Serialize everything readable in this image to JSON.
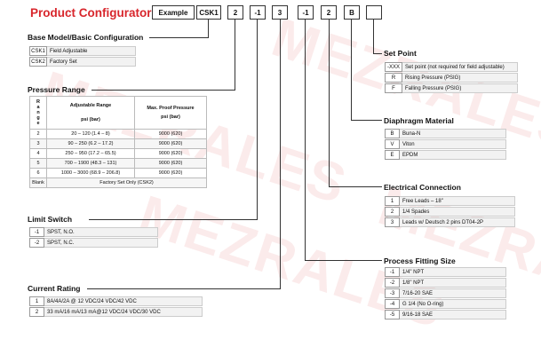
{
  "title": "Product Configurator",
  "example": {
    "label": "Example",
    "parts": [
      "CSK1",
      "2",
      "-1",
      "3",
      "-1",
      "2",
      "B",
      ""
    ]
  },
  "base": {
    "heading": "Base Model/Basic Configuration",
    "rows": [
      {
        "code": "CSK1",
        "desc": "Field Adjustable"
      },
      {
        "code": "CSK2",
        "desc": "Factory Set"
      }
    ]
  },
  "pressure": {
    "heading": "Pressure Range",
    "headers": {
      "range": "Range",
      "adj": "Adjustable Range",
      "adj_unit": "psi (bar)",
      "proof": "Max. Proof Pressure",
      "proof_unit": "psi (bar)"
    },
    "range_letters": [
      "R",
      "a",
      "n",
      "g",
      "e"
    ],
    "rows": [
      {
        "code": "2",
        "adj": "20 – 120 (1.4 – 8)",
        "proof": "9000 (620)"
      },
      {
        "code": "3",
        "adj": "90 – 250 (6.2 – 17.2)",
        "proof": "9000 (620)"
      },
      {
        "code": "4",
        "adj": "250 – 950 (17.2 – 65.5)",
        "proof": "9000 (620)"
      },
      {
        "code": "5",
        "adj": "700 – 1900 (48.3 – 131)",
        "proof": "9000 (620)"
      },
      {
        "code": "6",
        "adj": "1000 – 3000 (68.9 – 206.8)",
        "proof": "9000 (620)"
      }
    ],
    "blank": {
      "code": "Blank",
      "desc": "Factory Set Only (CSK2)"
    }
  },
  "limit": {
    "heading": "Limit Switch",
    "rows": [
      {
        "code": "-1",
        "desc": "SPST, N.O."
      },
      {
        "code": "-2",
        "desc": "SPST, N.C."
      }
    ]
  },
  "current": {
    "heading": "Current Rating",
    "rows": [
      {
        "code": "1",
        "desc": "8A/4A/2A @ 12 VDC/24 VDC/42 VDC"
      },
      {
        "code": "2",
        "desc": "33 mA/16 mA/13 mA@12 VDC/24 VDC/30 VDC"
      }
    ]
  },
  "setpoint": {
    "heading": "Set Point",
    "rows": [
      {
        "code": "-XXX",
        "desc": "Set point (not required for field adjustable)"
      },
      {
        "code": "R",
        "desc": "Rising Pressure (PSIG)"
      },
      {
        "code": "F",
        "desc": "Falling Pressure (PSIG)"
      }
    ]
  },
  "diaphragm": {
    "heading": "Diaphragm Material",
    "rows": [
      {
        "code": "B",
        "desc": "Buna-N"
      },
      {
        "code": "V",
        "desc": "Viton"
      },
      {
        "code": "E",
        "desc": "EPDM"
      }
    ]
  },
  "electrical": {
    "heading": "Electrical Connection",
    "rows": [
      {
        "code": "1",
        "desc": "Free Leads – 18\""
      },
      {
        "code": "2",
        "desc": "1/4 Spades"
      },
      {
        "code": "3",
        "desc": "Leads w/ Deutsch 2 pins DT04-2P"
      }
    ]
  },
  "process": {
    "heading": "Process Fitting Size",
    "rows": [
      {
        "code": "-1",
        "desc": "1/4\" NPT"
      },
      {
        "code": "-2",
        "desc": "1/8\" NPT"
      },
      {
        "code": "-3",
        "desc": "7/16-20 SAE"
      },
      {
        "code": "-4",
        "desc": "G 1/4 (No O-ring)"
      },
      {
        "code": "-5",
        "desc": "9/16-18 SAE"
      }
    ]
  },
  "watermark": "MEZRALES",
  "colors": {
    "title": "#d8262c",
    "watermark": "#dc3c3c"
  }
}
